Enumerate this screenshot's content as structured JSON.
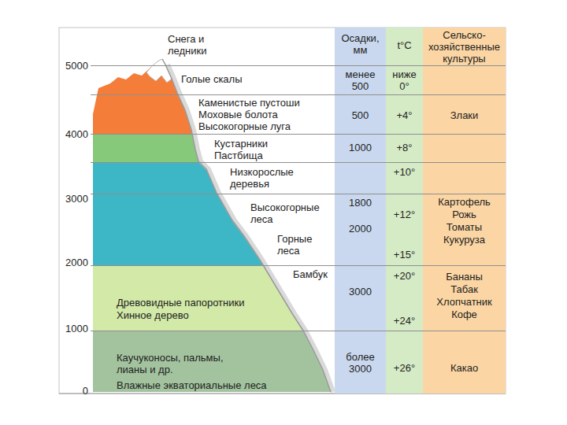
{
  "diagram": {
    "nodes": [
      {
        "text": [
          "Осадки, мм",
          "менее 500",
          "500",
          "1000",
          "1800",
          "2000",
          "3000",
          "более 3000"
        ]
      },
      {
        "text": [
          "t°C",
          "ниже 0°",
          "+4°",
          "+8°",
          "+10°",
          "+12°",
          "+15°",
          "+20°",
          "+24°",
          "+26°"
        ]
      },
      {
        "text": [
          "Сельско- хозяйственные культуры",
          "Злаки",
          "Картофель",
          "Рожь",
          "Томаты",
          "Кукуруза",
          "Бананы",
          "Табак",
          "Хлопчатник",
          "Кофе",
          "Какао"
        ]
      }
    ],
    "labels": [
      "Снега и ледники",
      "5000",
      "Голые скалы",
      "Каменистые пустоши",
      "Моховые болота",
      "Высокогорные луга",
      "4000",
      "Кустарники",
      "Пастбища",
      "Низкорослые деревья",
      "3000",
      "Высокогорные леса",
      "Горные леса",
      "2000",
      "Бамбук",
      "Древовидные папоротники",
      "Хинное дерево",
      "1000",
      "Каучуконосы, пальмы, лианы и др.",
      "0",
      "Влажные экваториальные леса"
    ]
  }
}
